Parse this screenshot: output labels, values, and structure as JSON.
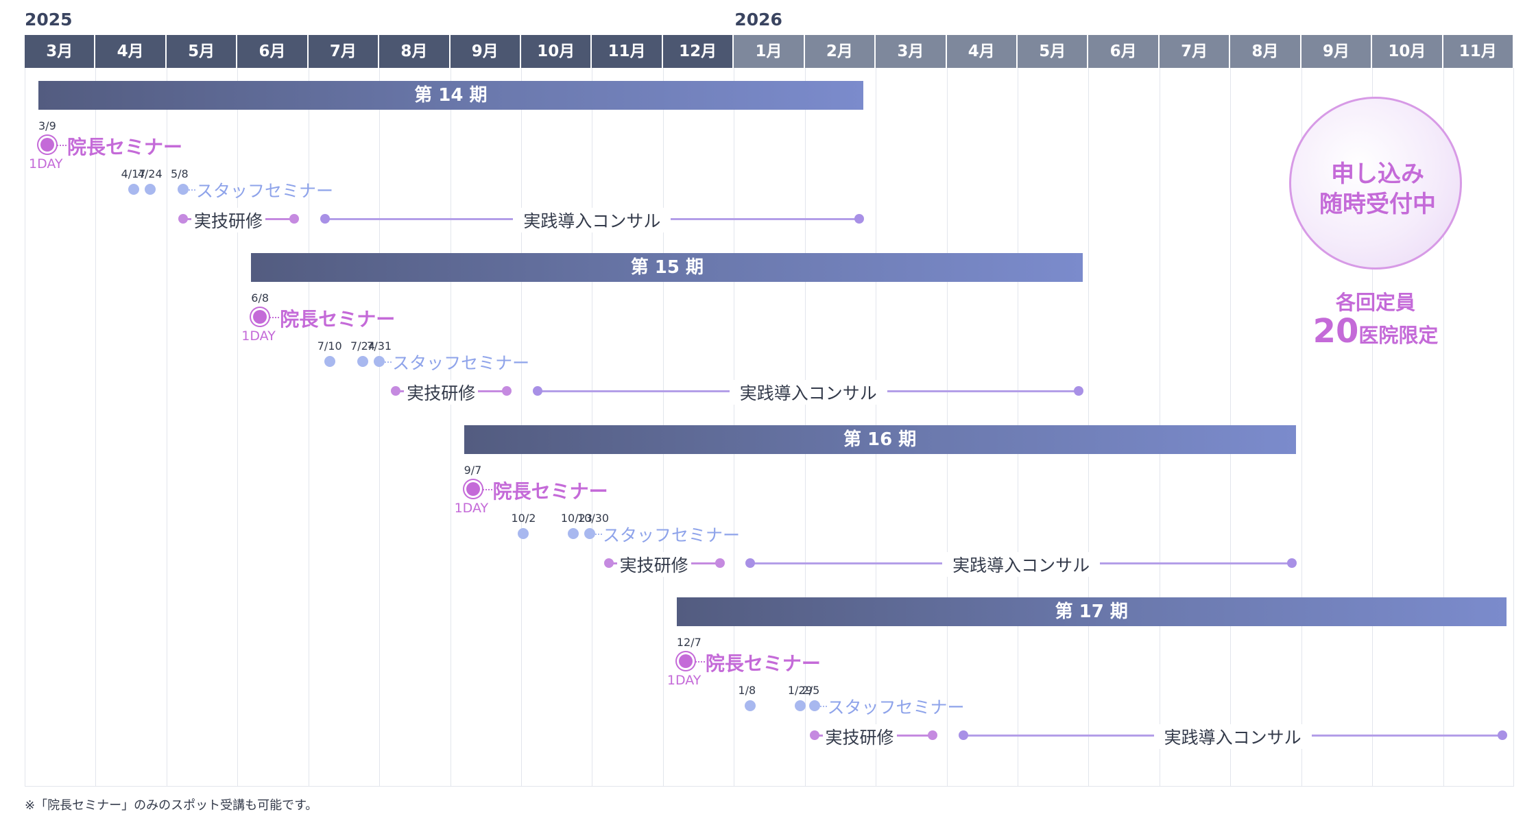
{
  "years": [
    {
      "label": "2025",
      "start_month_index": 0
    },
    {
      "label": "2026",
      "start_month_index": 10
    }
  ],
  "months": [
    {
      "label": "3月",
      "year": "2025"
    },
    {
      "label": "4月",
      "year": "2025"
    },
    {
      "label": "5月",
      "year": "2025"
    },
    {
      "label": "6月",
      "year": "2025"
    },
    {
      "label": "7月",
      "year": "2025"
    },
    {
      "label": "8月",
      "year": "2025"
    },
    {
      "label": "9月",
      "year": "2025"
    },
    {
      "label": "10月",
      "year": "2025"
    },
    {
      "label": "11月",
      "year": "2025"
    },
    {
      "label": "12月",
      "year": "2025"
    },
    {
      "label": "1月",
      "year": "2026"
    },
    {
      "label": "2月",
      "year": "2026"
    },
    {
      "label": "3月",
      "year": "2026"
    },
    {
      "label": "4月",
      "year": "2026"
    },
    {
      "label": "5月",
      "year": "2026"
    },
    {
      "label": "6月",
      "year": "2026"
    },
    {
      "label": "7月",
      "year": "2026"
    },
    {
      "label": "8月",
      "year": "2026"
    },
    {
      "label": "9月",
      "year": "2026"
    },
    {
      "label": "10月",
      "year": "2026"
    },
    {
      "label": "11月",
      "year": "2026"
    }
  ],
  "phases": [
    {
      "label": "第 14 期",
      "start": "2025-03",
      "end": "2026-02-28",
      "director_seminar": {
        "date": "3/9",
        "label": "院長セミナー",
        "note": "1DAY"
      },
      "staff_seminar": {
        "dates": [
          "4/17",
          "4/24",
          "5/8"
        ],
        "label": "スタッフセミナー"
      },
      "training": {
        "label": "実技研修",
        "start": "2025-05-08",
        "end": "2025-06-25"
      },
      "consulting": {
        "label": "実践導入コンサル",
        "start": "2025-07-08",
        "end": "2026-02-28"
      }
    },
    {
      "label": "第 15 期",
      "start": "2025-06",
      "end": "2026-05-31",
      "director_seminar": {
        "date": "6/8",
        "label": "院長セミナー",
        "note": "1DAY"
      },
      "staff_seminar": {
        "dates": [
          "7/10",
          "7/24",
          "7/31"
        ],
        "label": "スタッフセミナー"
      },
      "training": {
        "label": "実技研修",
        "start": "2025-08-08",
        "end": "2025-09-25"
      },
      "consulting": {
        "label": "実践導入コンサル",
        "start": "2025-10-08",
        "end": "2026-05-31"
      }
    },
    {
      "label": "第 16 期",
      "start": "2025-09",
      "end": "2026-08-31",
      "director_seminar": {
        "date": "9/7",
        "label": "院長セミナー",
        "note": "1DAY"
      },
      "staff_seminar": {
        "dates": [
          "10/2",
          "10/23",
          "10/30"
        ],
        "label": "スタッフセミナー"
      },
      "training": {
        "label": "実技研修",
        "start": "2025-11-08",
        "end": "2025-12-25"
      },
      "consulting": {
        "label": "実践導入コンサル",
        "start": "2026-01-08",
        "end": "2026-08-31"
      }
    },
    {
      "label": "第 17 期",
      "start": "2025-12",
      "end": "2026-11-30",
      "director_seminar": {
        "date": "12/7",
        "label": "院長セミナー",
        "note": "1DAY"
      },
      "staff_seminar": {
        "dates": [
          "1/8",
          "1/29",
          "2/5"
        ],
        "label": "スタッフセミナー"
      },
      "training": {
        "label": "実技研修",
        "start": "2026-02-05",
        "end": "2026-03-25"
      },
      "consulting": {
        "label": "実践導入コンサル",
        "start": "2026-04-08",
        "end": "2026-11-30"
      }
    }
  ],
  "apply": {
    "line1": "申し込み",
    "line2": "随時受付中"
  },
  "capacity": {
    "label": "各回定員",
    "number": "20",
    "suffix": "医院限定"
  },
  "footnote": "※「院長セミナー」のみのスポット受講も可能です。",
  "colors": {
    "header_2025": "#4c5771",
    "header_2026": "#7e889c",
    "accent": "#c46ad8",
    "staff": "#8ea3ea"
  }
}
